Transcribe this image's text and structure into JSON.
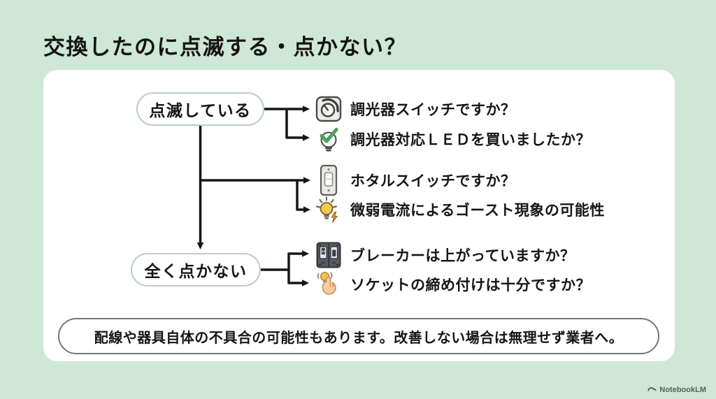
{
  "header": {
    "title": "交換したのに点滅する・点かない？"
  },
  "flowchart": {
    "nodes": [
      {
        "label": "点滅している"
      },
      {
        "label": "全く点かない"
      }
    ],
    "branches": [
      {
        "icon": "dimmer-knob-icon",
        "text": "調光器スイッチですか？"
      },
      {
        "icon": "bulb-check-icon",
        "text": "調光器対応ＬＥＤを買いましたか？"
      },
      {
        "icon": "wall-switch-icon",
        "text": "ホタルスイッチですか？"
      },
      {
        "icon": "glowing-bulb-icon",
        "text": "微弱電流によるゴースト現象の可能性"
      },
      {
        "icon": "breaker-panel-icon",
        "text": "ブレーカーは上がっていますか？"
      },
      {
        "icon": "hand-twist-bulb-icon",
        "text": "ソケットの締め付けは十分ですか？"
      }
    ],
    "note": "配線や器具自体の不具合の可能性もあります。改善しない場合は無理せず業者へ。"
  },
  "footer": {
    "watermark": "NotebookLM"
  },
  "colors": {
    "background": "#cfe7d6",
    "card": "#ffffff",
    "pill_border": "#b9cfc1",
    "line": "#161616",
    "check_green": "#4f9e63",
    "bulb_yellow": "#f6ca4e",
    "note_border": "#6e7a73"
  }
}
